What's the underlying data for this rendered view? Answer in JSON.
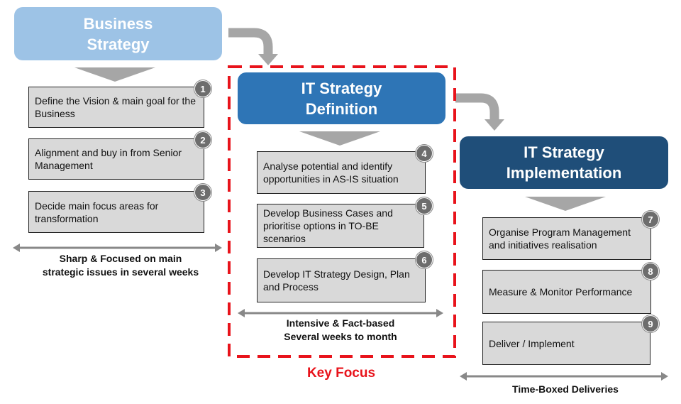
{
  "phases": [
    {
      "title_line1": "Business",
      "title_line2": "Strategy",
      "color": "#9dc3e6"
    },
    {
      "title_line1": "IT Strategy",
      "title_line2": "Definition",
      "color": "#2e75b6"
    },
    {
      "title_line1": "IT Strategy",
      "title_line2": "Implementation",
      "color": "#1f4e79"
    }
  ],
  "steps": [
    {
      "n": "1",
      "text": "Define the Vision & main goal for the Business"
    },
    {
      "n": "2",
      "text": "Alignment and buy in from Senior Management"
    },
    {
      "n": "3",
      "text": "Decide main focus areas for transformation"
    },
    {
      "n": "4",
      "text": "Analyse potential and identify opportunities in AS-IS situation"
    },
    {
      "n": "5",
      "text": "Develop Business Cases and prioritise options in TO-BE scenarios"
    },
    {
      "n": "6",
      "text": "Develop IT Strategy Design, Plan and Process"
    },
    {
      "n": "7",
      "text": "Organise Program Management and initiatives realisation"
    },
    {
      "n": "8",
      "text": "Measure & Monitor Performance"
    },
    {
      "n": "9",
      "text": "Deliver / Implement"
    }
  ],
  "notes": {
    "business_line1": "Sharp & Focused on main",
    "business_line2": "strategic issues in several weeks",
    "definition_line1": "Intensive & Fact-based",
    "definition_line2": "Several weeks to month",
    "implementation": "Time-Boxed Deliveries"
  },
  "key_focus": "Key Focus",
  "colors": {
    "key_focus": "#e8131b",
    "arrow": "#a6a6a6"
  }
}
